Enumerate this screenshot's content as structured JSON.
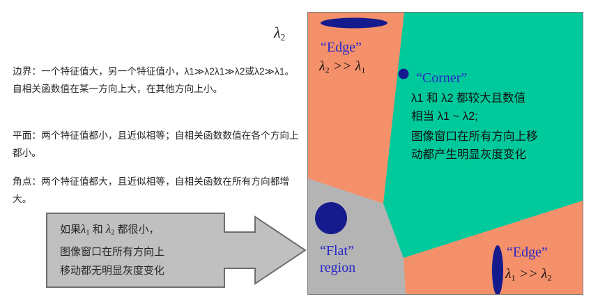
{
  "left_text": {
    "edge_paragraph": "边界：一个特征值大，另一个特征值小，λ1≫λ2λ1≫λ2或λ2≫λ1。自相关函数值在某一方向上大，在其他方向上小。",
    "flat_paragraph": "平面：两个特征值都小，且近似相等；自相关函数数值在各个方向上都小。",
    "corner_paragraph": "角点：两个特征值都大，且近似相等，自相关函数在所有方向都增大。"
  },
  "axis": {
    "lambda2_label": "λ",
    "lambda2_sub": "2"
  },
  "callout": {
    "line1_prefix": "如果",
    "line1_lambda1": "λ",
    "line1_sub1": "1",
    "line1_mid": " 和 ",
    "line1_lambda2": "λ",
    "line1_sub2": "2",
    "line1_suffix": " 都很小，",
    "line2": "图像窗口在所有方向上",
    "line3": "移动都无明显灰度变化"
  },
  "diagram": {
    "edge_top": {
      "label": "“Edge”",
      "math_lhs": "λ",
      "math_lhs_sub": "2",
      "math_op": " >> ",
      "math_rhs": "λ",
      "math_rhs_sub": "1"
    },
    "corner": {
      "label": "“Corner”",
      "math_line1": "λ1 和 λ2 都较大且数值",
      "math_line2": "相当 λ1 ~ λ2;",
      "desc_line1": "图像窗口在所有方向上移",
      "desc_line2": "动都产生明显灰度变化"
    },
    "flat": {
      "label": "“Flat”\nregion"
    },
    "edge_bottom": {
      "label": "“Edge”",
      "math_lhs": "λ",
      "math_lhs_sub": "1",
      "math_op": " >> ",
      "math_rhs": "λ",
      "math_rhs_sub": "2"
    },
    "colors": {
      "edge_region": "#F4906A",
      "corner_region": "#00C99B",
      "flat_region": "#B4B4B4",
      "marker_blue": "#151B8D",
      "label_blue": "#2828C8",
      "border": "#7A7A7A",
      "callout_fill": "#C0C0C0",
      "callout_stroke": "#6E6E6E"
    }
  }
}
